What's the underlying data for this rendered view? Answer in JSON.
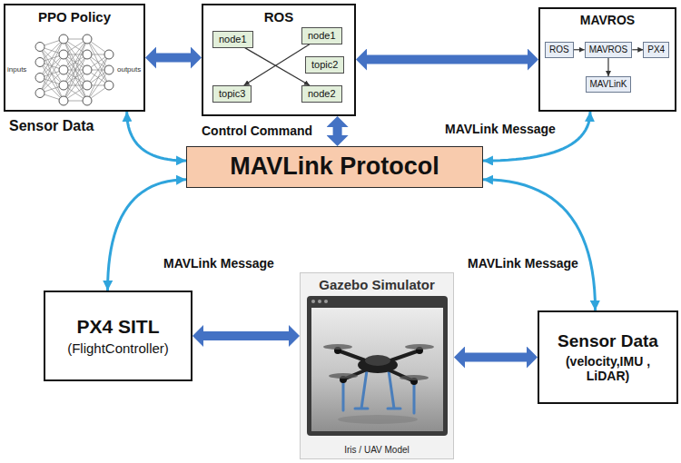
{
  "diagram": {
    "nodes": [
      {
        "text": [
          "PPO Policy"
        ]
      },
      {
        "text": [
          "ROS"
        ]
      },
      {
        "text": [
          "node1"
        ],
        "in": 1
      },
      {
        "text": [
          "node1"
        ],
        "in": 1
      },
      {
        "text": [
          "topic2"
        ],
        "in": 1
      },
      {
        "text": [
          "topic3"
        ],
        "in": 1
      },
      {
        "text": [
          "node2"
        ],
        "in": 1
      },
      {
        "text": [
          "MAVROS"
        ]
      },
      {
        "text": [
          "ROS"
        ],
        "in": 7
      },
      {
        "text": [
          "MAVROS"
        ],
        "in": 7
      },
      {
        "text": [
          "PX4"
        ],
        "in": 7
      },
      {
        "text": [
          "MAVLinK"
        ],
        "in": 7
      },
      {
        "text": [
          "MAVLink Protocol"
        ]
      },
      {
        "text": [
          "PX4 SITL",
          "(FlightController)"
        ]
      },
      {
        "text": [
          "Gazebo Simulator",
          "Iris / UAV Model"
        ]
      },
      {
        "text": [
          "Sensor Data",
          "(velocity,IMU , LiDAR)"
        ]
      }
    ],
    "edges": [
      {
        "from": 0,
        "to": 1,
        "arrow": "both"
      },
      {
        "from": 1,
        "to": 7,
        "arrow": "both"
      },
      {
        "from": 1,
        "to": 12,
        "label": "Control Command",
        "arrow": "both"
      },
      {
        "from": 0,
        "to": 12,
        "label": "Sensor Data",
        "arrow": "both"
      },
      {
        "from": 7,
        "to": 12,
        "label": "MAVLink Message",
        "arrow": "both"
      },
      {
        "from": 12,
        "to": 13,
        "label": "MAVLink Message",
        "arrow": "both"
      },
      {
        "from": 12,
        "to": 15,
        "label": "MAVLink Message",
        "arrow": "both"
      },
      {
        "from": 13,
        "to": 14,
        "arrow": "both"
      },
      {
        "from": 14,
        "to": 15,
        "arrow": "both"
      },
      {
        "from": 2,
        "to": 6,
        "arrow": "to"
      },
      {
        "from": 3,
        "to": 5,
        "arrow": "to"
      },
      {
        "from": 8,
        "to": 9,
        "arrow": "to"
      },
      {
        "from": 9,
        "to": 10,
        "arrow": "to"
      },
      {
        "from": 9,
        "to": 11,
        "arrow": "to"
      }
    ],
    "labels": [
      "inputs",
      "outputs"
    ]
  }
}
